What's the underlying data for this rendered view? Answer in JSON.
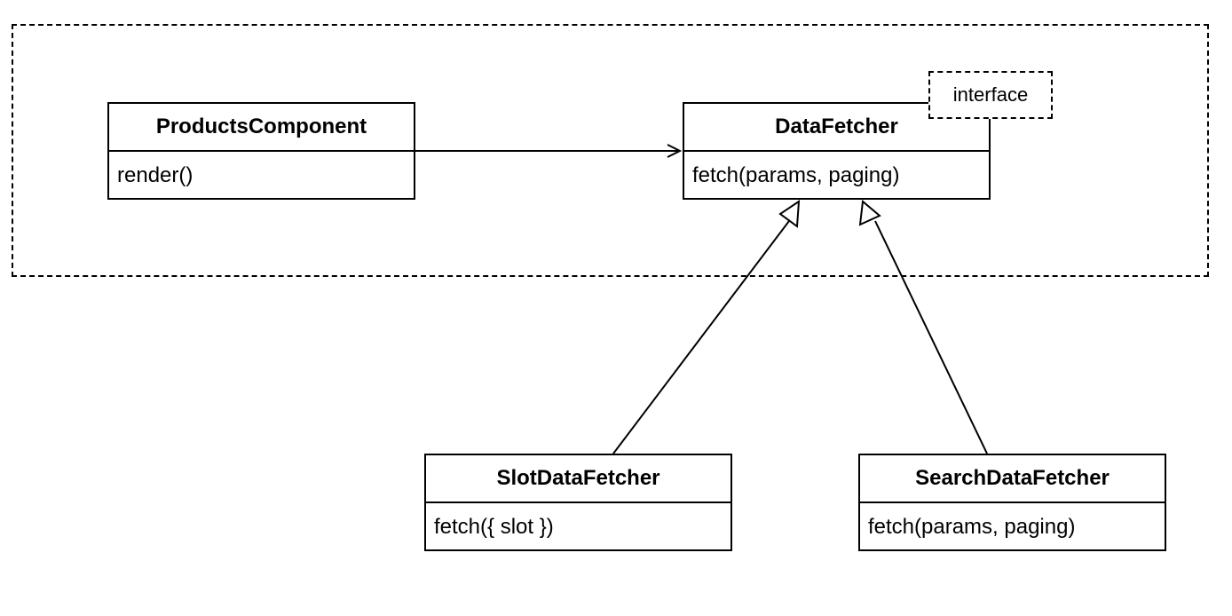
{
  "diagram": {
    "classes": [
      {
        "id": "products",
        "name": "ProductsComponent",
        "method": "render()"
      },
      {
        "id": "datafetcher",
        "name": "DataFetcher",
        "method": "fetch(params, paging)",
        "stereotype": "interface"
      },
      {
        "id": "slot",
        "name": "SlotDataFetcher",
        "method": "fetch({ slot })"
      },
      {
        "id": "search",
        "name": "SearchDataFetcher",
        "method": "fetch(params, paging)"
      }
    ],
    "relations": [
      {
        "from": "ProductsComponent",
        "to": "DataFetcher",
        "kind": "association"
      },
      {
        "from": "SlotDataFetcher",
        "to": "DataFetcher",
        "kind": "realization"
      },
      {
        "from": "SearchDataFetcher",
        "to": "DataFetcher",
        "kind": "realization"
      }
    ]
  }
}
